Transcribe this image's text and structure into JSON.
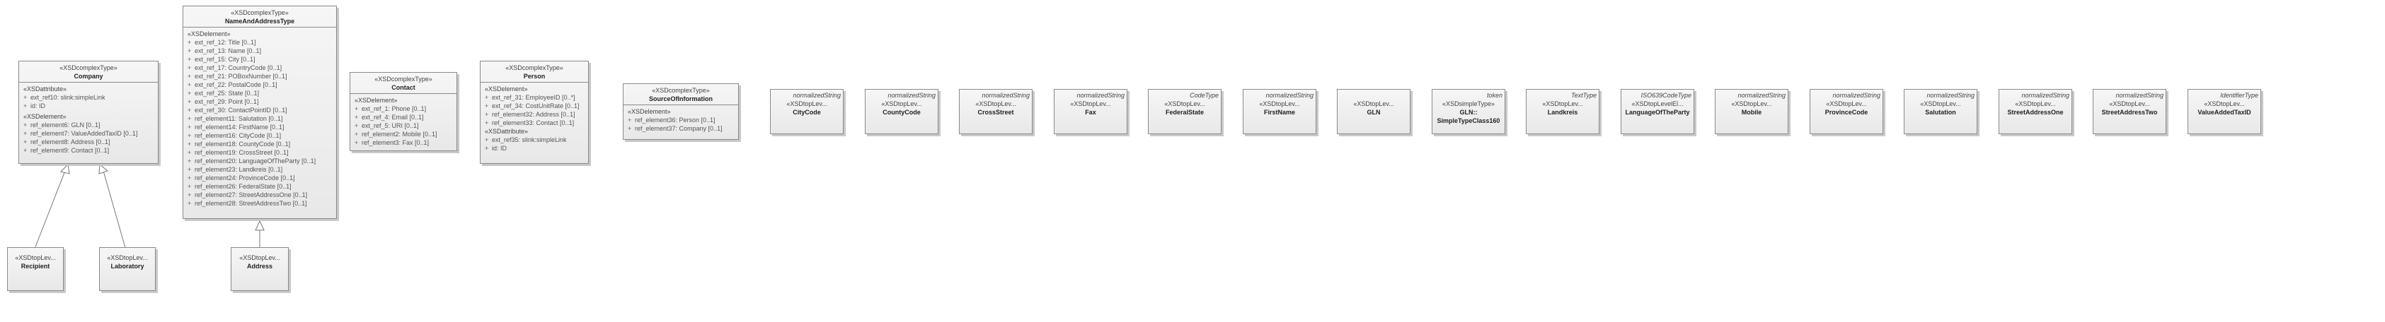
{
  "company": {
    "stereotype": "«XSDcomplexType»",
    "name": "Company",
    "attr_label": "«XSDattribute»",
    "attrs": [
      "ext_ref10: slink:simpleLink",
      "id: ID"
    ],
    "elem_label": "«XSDelement»",
    "elems": [
      "ref_element6: GLN [0..1]",
      "ref_element7: ValueAddedTaxID [0..1]",
      "ref_element8: Address [0..1]",
      "ref_element9: Contact [0..1]"
    ]
  },
  "name_and_address": {
    "stereotype": "«XSDcomplexType»",
    "name": "NameAndAddressType",
    "elem_label": "«XSDelement»",
    "elems": [
      "ext_ref_12: Title [0..1]",
      "ext_ref_13: Name [0..1]",
      "ext_ref_15: City [0..1]",
      "ext_ref_17: CountryCode [0..1]",
      "ext_ref_21: POBoxNumber [0..1]",
      "ext_ref_22: PostalCode [0..1]",
      "ext_ref_25: State [0..1]",
      "ext_ref_29: Point [0..1]",
      "ext_ref_30: ContactPointID [0..1]",
      "ref_element11: Salutation [0..1]",
      "ref_element14: FirstName [0..1]",
      "ref_element16: CityCode [0..1]",
      "ref_element18: CountyCode [0..1]",
      "ref_element19: CrossStreet [0..1]",
      "ref_element20: LanguageOfTheParty [0..1]",
      "ref_element23: Landkreis [0..1]",
      "ref_element24: ProvinceCode [0..1]",
      "ref_element26: FederalState [0..1]",
      "ref_element27: StreetAddressOne [0..1]",
      "ref_element28: StreetAddressTwo [0..1]"
    ]
  },
  "contact": {
    "stereotype": "«XSDcomplexType»",
    "name": "Contact",
    "elem_label": "«XSDelement»",
    "elems": [
      "ext_ref_1: Phone [0..1]",
      "ext_ref_4: Email [0..1]",
      "ext_ref_5: URI [0..1]",
      "ref_element2: Mobile [0..1]",
      "ref_element3: Fax [0..1]"
    ]
  },
  "person": {
    "stereotype": "«XSDcomplexType»",
    "name": "Person",
    "elem_label": "«XSDelement»",
    "elems": [
      "ext_ref_31: EmployeeID [0..*]",
      "ext_ref_34: CostUnitRate [0..1]",
      "ref_element32: Address [0..1]",
      "ref_element33: Contact [0..1]"
    ],
    "attr_label": "«XSDattribute»",
    "attrs": [
      "ext_ref35: slink:simpleLink",
      "id: ID"
    ]
  },
  "source_of_information": {
    "stereotype": "«XSDcomplexType»",
    "name": "SourceOfInformation",
    "elem_label": "«XSDelement»",
    "elems": [
      "ref_element36: Person [0..1]",
      "ref_element37: Company [0..1]"
    ]
  },
  "recipient": {
    "stereotype": "«XSDtopLev...",
    "name": "Recipient"
  },
  "laboratory": {
    "stereotype": "«XSDtopLev...",
    "name": "Laboratory"
  },
  "address": {
    "stereotype": "«XSDtopLev...",
    "name": "Address"
  },
  "small_boxes": [
    {
      "tag": "normalizedString",
      "stereotype": "«XSDtopLev...",
      "name": "CityCode"
    },
    {
      "tag": "normalizedString",
      "stereotype": "«XSDtopLev...",
      "name": "CountyCode"
    },
    {
      "tag": "normalizedString",
      "stereotype": "«XSDtopLev...",
      "name": "CrossStreet"
    },
    {
      "tag": "normalizedString",
      "stereotype": "«XSDtopLev...",
      "name": "Fax"
    },
    {
      "tag": "CodeType",
      "stereotype": "«XSDtopLev...",
      "name": "FederalState"
    },
    {
      "tag": "normalizedString",
      "stereotype": "«XSDtopLev...",
      "name": "FirstName"
    },
    {
      "tag": "",
      "stereotype": "«XSDtopLev...",
      "name": "GLN"
    },
    {
      "tag": "token",
      "stereotype": "«XSDsimpleType»",
      "name": "GLN::\nSimpleTypeClass160"
    },
    {
      "tag": "TextType",
      "stereotype": "«XSDtopLev...",
      "name": "Landkreis"
    },
    {
      "tag": "ISO639CodeType",
      "stereotype": "«XSDtopLevelEl...",
      "name": "LanguageOfTheParty"
    },
    {
      "tag": "normalizedString",
      "stereotype": "«XSDtopLev...",
      "name": "Mobile"
    },
    {
      "tag": "normalizedString",
      "stereotype": "«XSDtopLev...",
      "name": "ProvinceCode"
    },
    {
      "tag": "normalizedString",
      "stereotype": "«XSDtopLev...",
      "name": "Salutation"
    },
    {
      "tag": "normalizedString",
      "stereotype": "«XSDtopLev...",
      "name": "StreetAddressOne"
    },
    {
      "tag": "normalizedString",
      "stereotype": "«XSDtopLev...",
      "name": "StreetAddressTwo"
    },
    {
      "tag": "IdentifierType",
      "stereotype": "«XSDtopLev...",
      "name": "ValueAddedTaxID"
    }
  ]
}
